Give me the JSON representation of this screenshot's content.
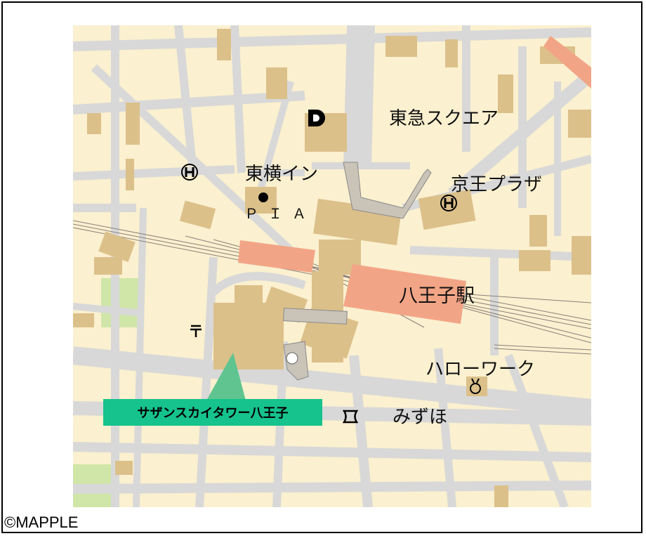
{
  "map": {
    "colors": {
      "background": "#fbf0cf",
      "road": "#d8d8d8",
      "building": "#dcc08a",
      "station": "#f2a586",
      "park": "#cfe6a8",
      "station_concourse": "#c9c3b8",
      "callout": "#16c38c"
    },
    "labels": {
      "tokyu_square": "東急スクエア",
      "toyoko_inn": "東横イン",
      "keio_plaza": "京王プラザ",
      "pia": "ＰＩＡ",
      "hachioji_station": "八王子駅",
      "hello_work": "ハローワーク",
      "mizuho": "みずほ",
      "target_building": "サザンスカイタワー八王子"
    },
    "symbols": {
      "department_store": "D",
      "hotel": "H",
      "post_office": "〒",
      "bank": "bank-icon",
      "office": "public-office-icon"
    }
  },
  "copyright": "©MAPPLE"
}
